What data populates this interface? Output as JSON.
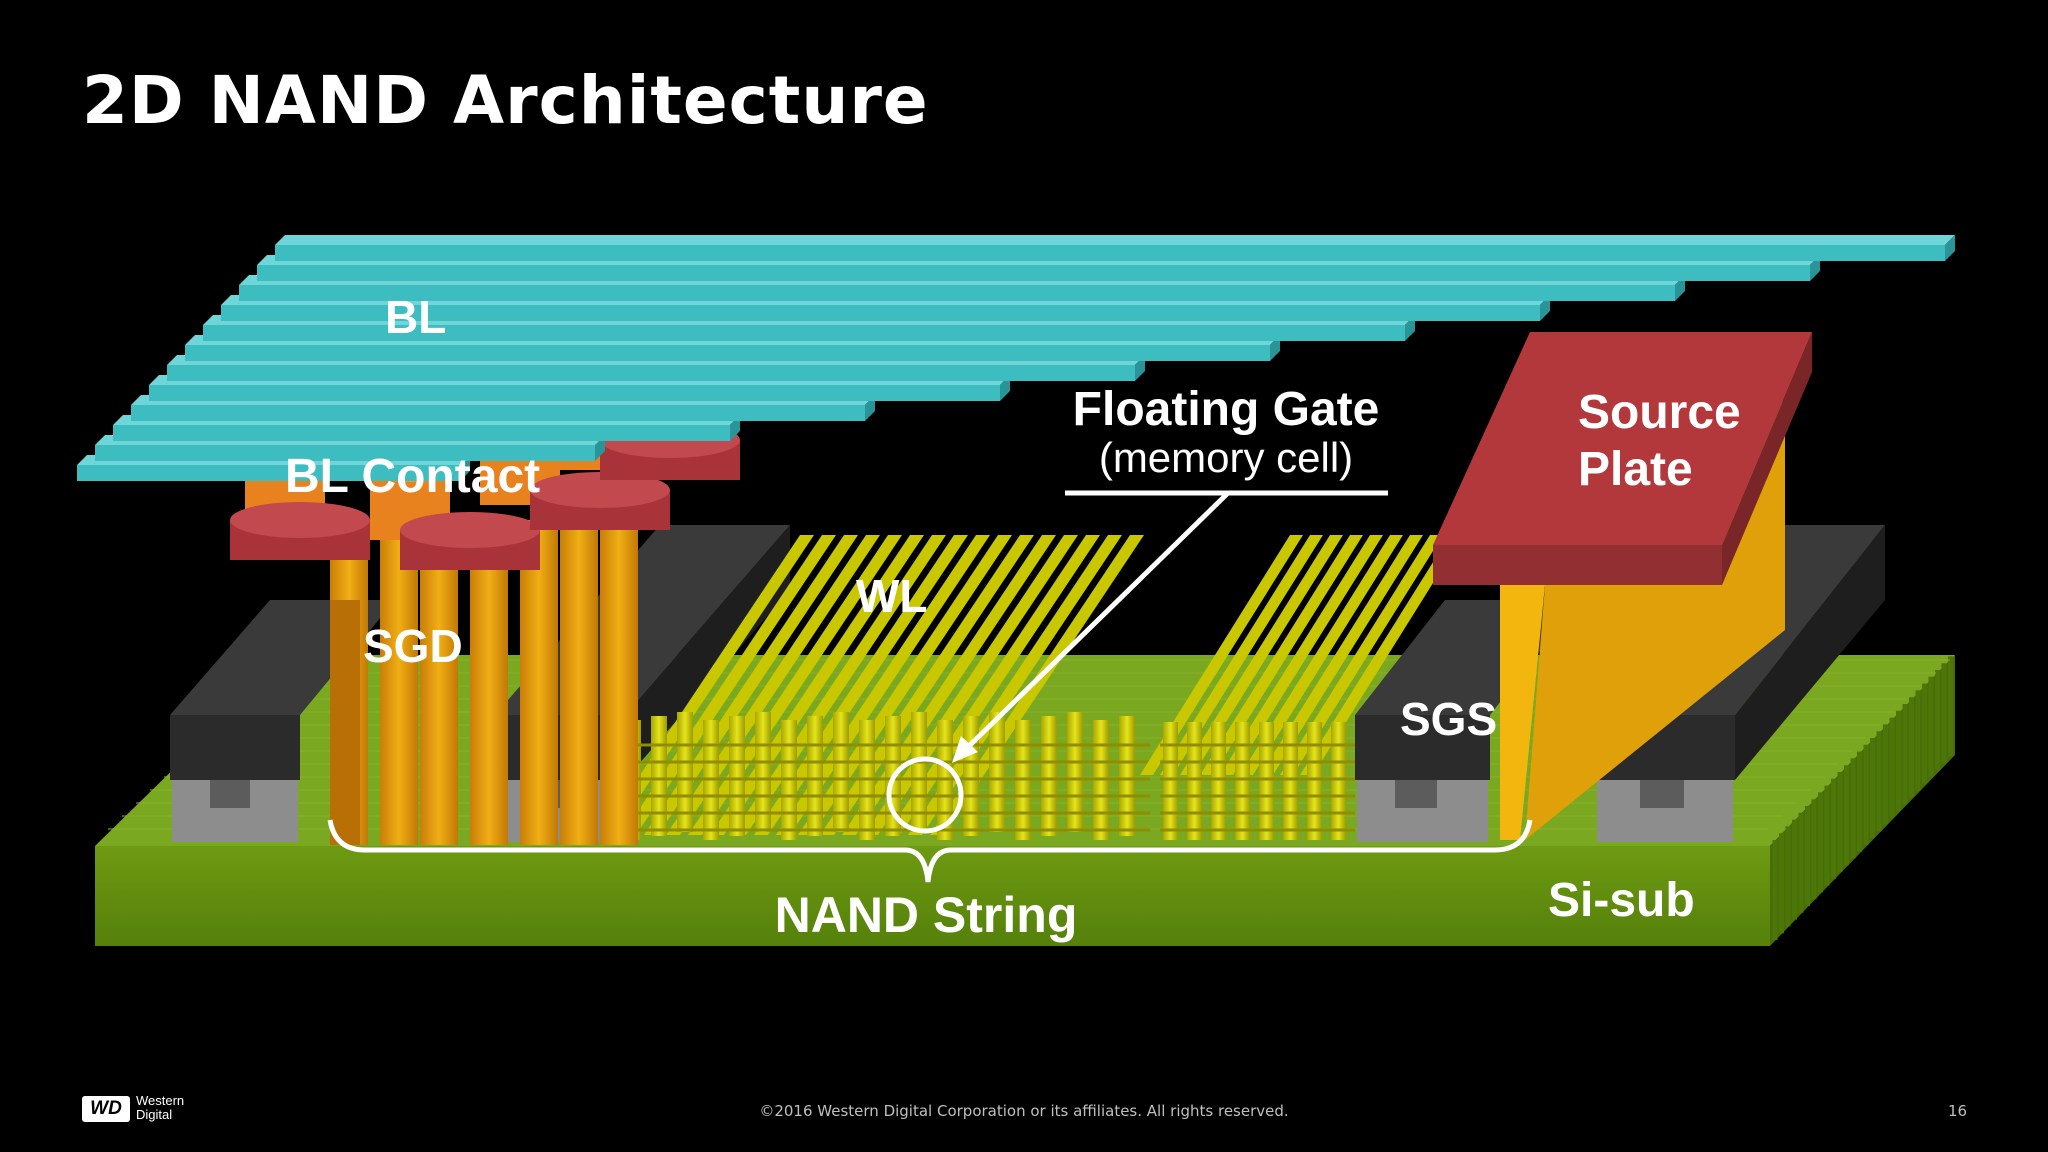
{
  "slide": {
    "title": "2D NAND Architecture",
    "page_number": "16",
    "copyright": "©2016  Western Digital Corporation  or its affiliates.  All rights reserved."
  },
  "logo": {
    "mark": "WD",
    "name_line1": "Western",
    "name_line2": "Digital"
  },
  "labels": {
    "bl": "BL",
    "bl_contact": "BL Contact",
    "sgd": "SGD",
    "wl": "WL",
    "sgs": "SGS",
    "floating_gate": "Floating Gate",
    "memory_cell": "(memory  cell)",
    "source_plate_1": "Source",
    "source_plate_2": "Plate",
    "nand_string": "NAND String",
    "si_sub": "Si-sub"
  },
  "colors": {
    "bit_line": "#3dbdc0",
    "contact": "#b83e42",
    "contact_inner": "#e8821e",
    "select_gate": "#e8a80c",
    "word_line": "#d6d40a",
    "substrate": "#5f8a0d",
    "isolation": "#2a2a2a",
    "source_plate": "#a63a3c"
  }
}
